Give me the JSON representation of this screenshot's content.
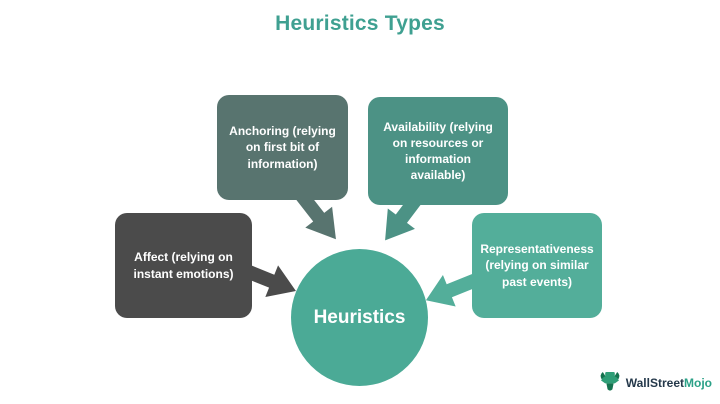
{
  "title": {
    "text": "Heuristics Types",
    "color": "#3FA091"
  },
  "center": {
    "label": "Heuristics",
    "color": "#4BAA96"
  },
  "nodes": {
    "affect": {
      "label": "Affect (relying on instant emotions)",
      "color": "#4B4B4B",
      "arrow_direction": "points right toward center circle"
    },
    "anchoring": {
      "label": "Anchoring (relying on first bit of information)",
      "color": "#58746F",
      "arrow_direction": "points down-right toward center circle"
    },
    "availability": {
      "label": "Availability (relying on resources or information available)",
      "color": "#4C9285",
      "arrow_direction": "points down-left toward center circle"
    },
    "representativeness": {
      "label": "Representativeness (relying on similar past events)",
      "color": "#53AE9A",
      "arrow_direction": "points left toward center circle"
    }
  },
  "logo": {
    "icon": "bull-icon",
    "text_primary": "WallStreet",
    "text_secondary": "Mojo",
    "color_primary": "#24384A",
    "color_secondary": "#2BA187",
    "icon_color": "#2F9E77",
    "icon_color_dark": "#15734F"
  }
}
